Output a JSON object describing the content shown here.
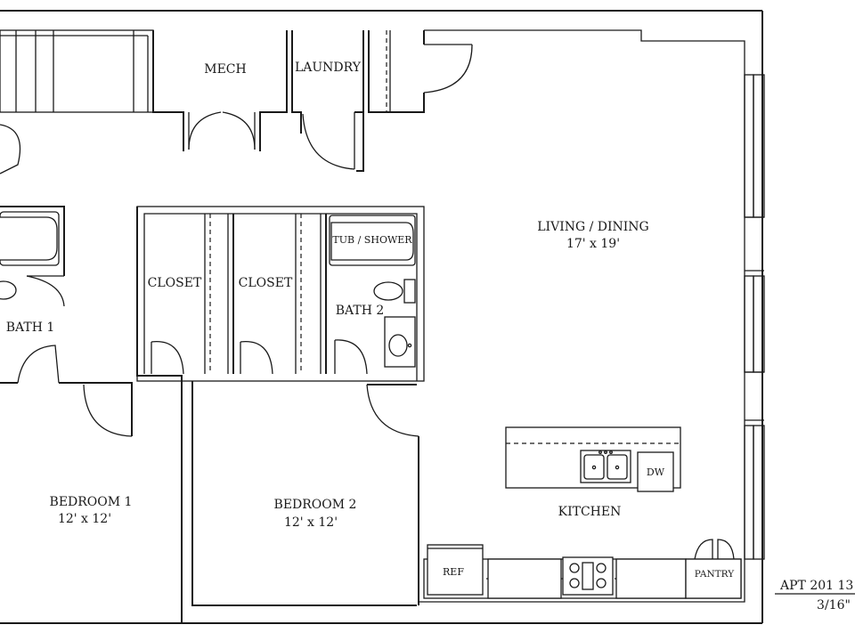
{
  "rooms": {
    "mech": "MECH",
    "laundry": "LAUNDRY",
    "living_dining": {
      "name": "LIVING / DINING",
      "size": "17' x 19'"
    },
    "closet_1": "CLOSET",
    "closet_2": "CLOSET",
    "tub_shower": "TUB / SHOWER",
    "bath_2": "BATH 2",
    "bath_1": "BATH 1",
    "bedroom_1": {
      "name": "BEDROOM 1",
      "size": "12' x 12'"
    },
    "bedroom_2": {
      "name": "BEDROOM 2",
      "size": "12' x 12'"
    },
    "kitchen": "KITCHEN",
    "pantry": "PANTRY"
  },
  "appliances": {
    "dishwasher": "DW",
    "refrigerator": "REF"
  },
  "unit": {
    "label": "APT 201  13",
    "scale": "3/16\""
  }
}
